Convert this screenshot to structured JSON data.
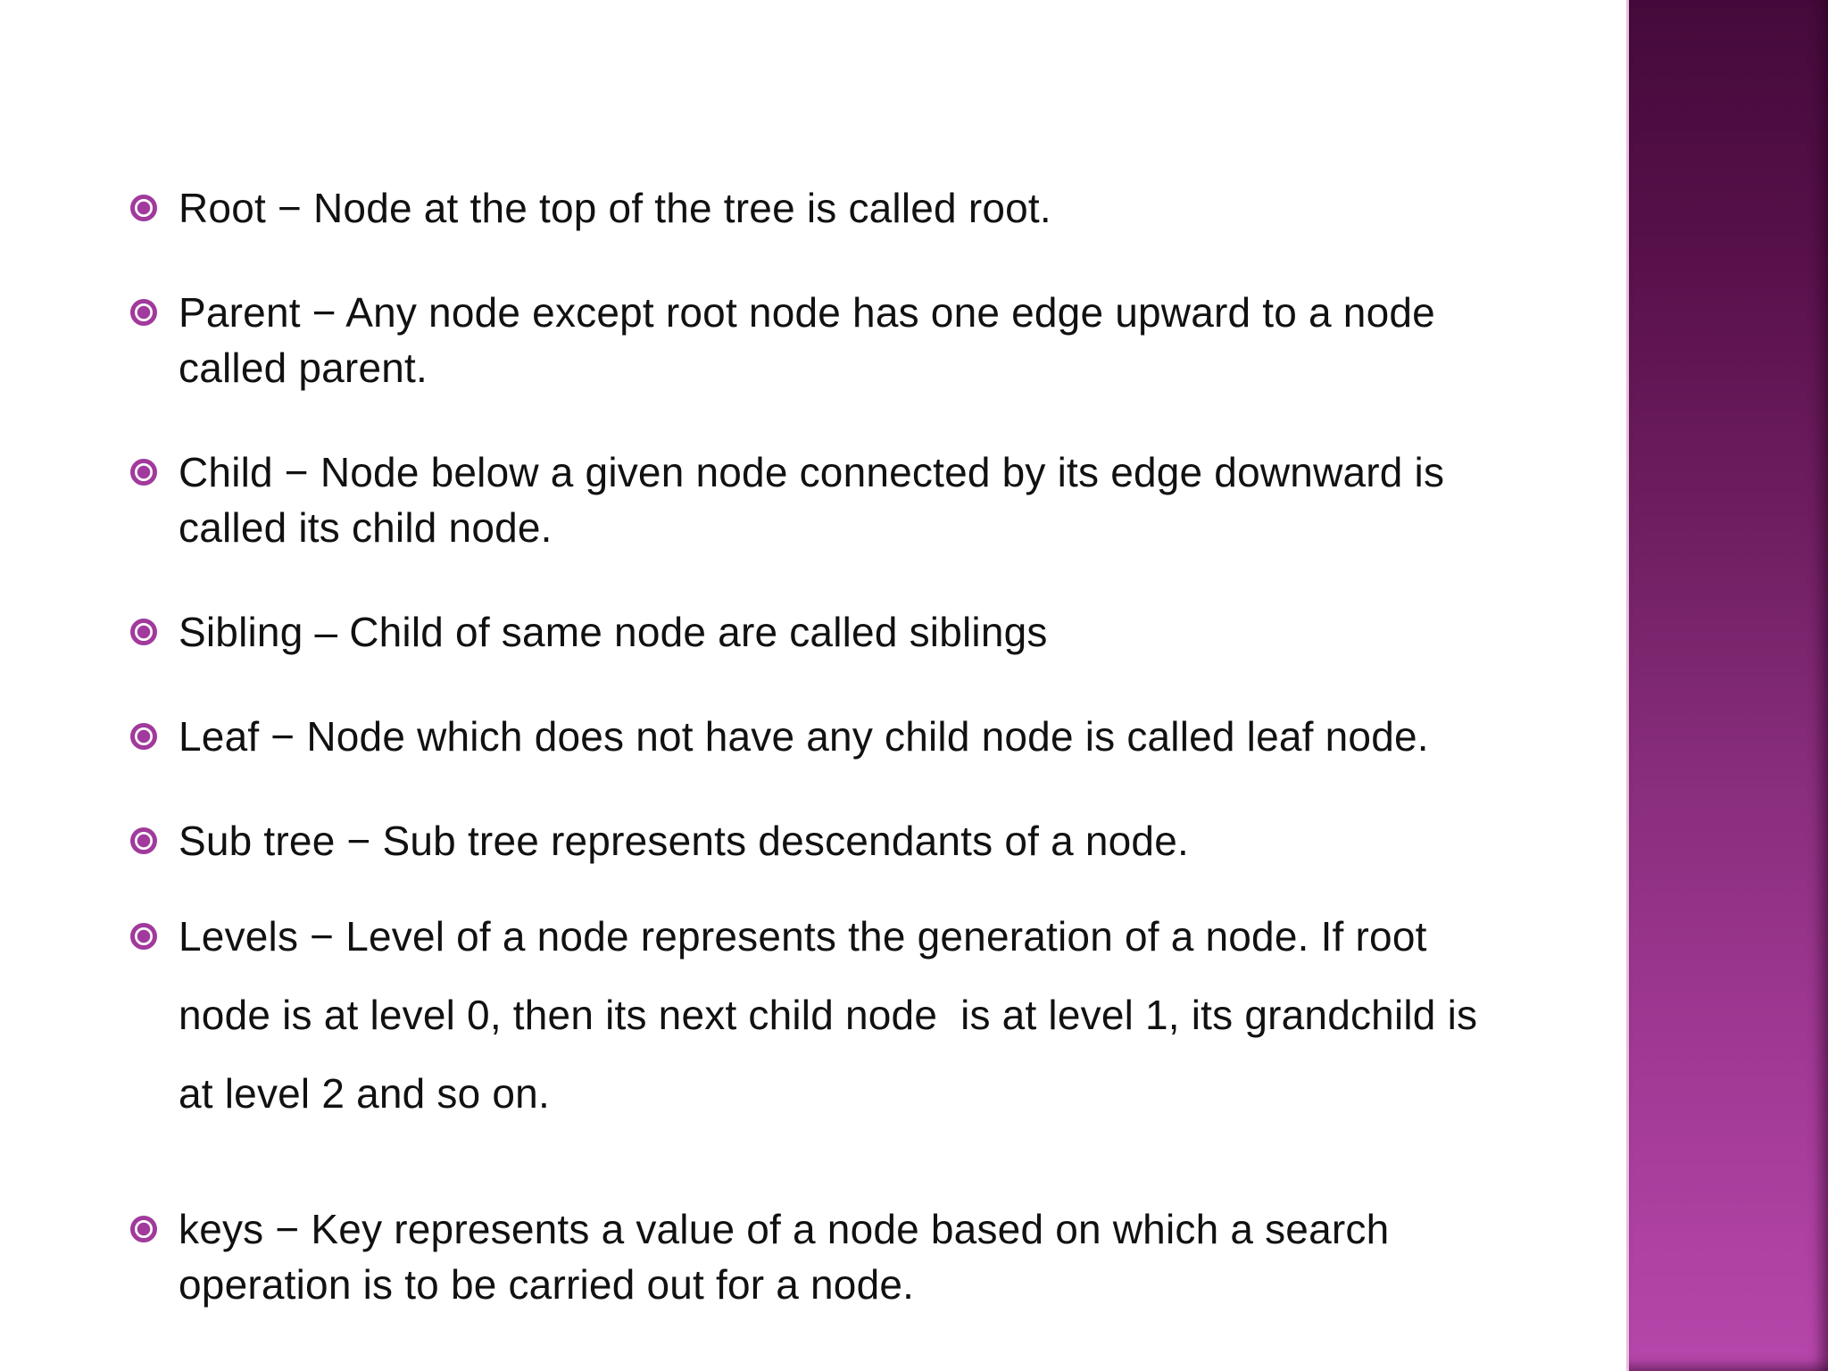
{
  "slide": {
    "colors": {
      "background": "#ffffff",
      "text": "#111111",
      "bullet": "#a13a9c",
      "bar_top": "#450a3a",
      "bar_mid": "#8a2e7e",
      "bar_bottom": "#b747ab",
      "bar_edge_highlight": "#e8c2df"
    },
    "bullets": [
      {
        "term": "Root",
        "lines": [
          "Root − Node at the top of the tree is called root."
        ]
      },
      {
        "term": "Parent",
        "lines": [
          "Parent − Any node except root node has one edge upward to a node",
          "called parent."
        ]
      },
      {
        "term": "Child",
        "lines": [
          "Child − Node below a given node connected by its edge downward is",
          "called its child node."
        ]
      },
      {
        "term": "Sibling",
        "lines": [
          "Sibling – Child of same node are called siblings"
        ]
      },
      {
        "term": "Leaf",
        "lines": [
          "Leaf − Node which does not have any child node is called leaf node."
        ]
      },
      {
        "term": "Sub tree",
        "lines": [
          "Sub tree − Sub tree represents descendants of a node."
        ]
      },
      {
        "term": "Levels",
        "lines": [
          "Levels − Level of a node represents the generation of a node. If root",
          "node is at level 0, then its next child node  is at level 1, its grandchild is",
          "at level 2 and so on."
        ]
      },
      {
        "term": "keys",
        "lines": [
          "keys − Key represents a value of a node based on which a search",
          "operation is to be carried out for a node."
        ]
      }
    ]
  }
}
